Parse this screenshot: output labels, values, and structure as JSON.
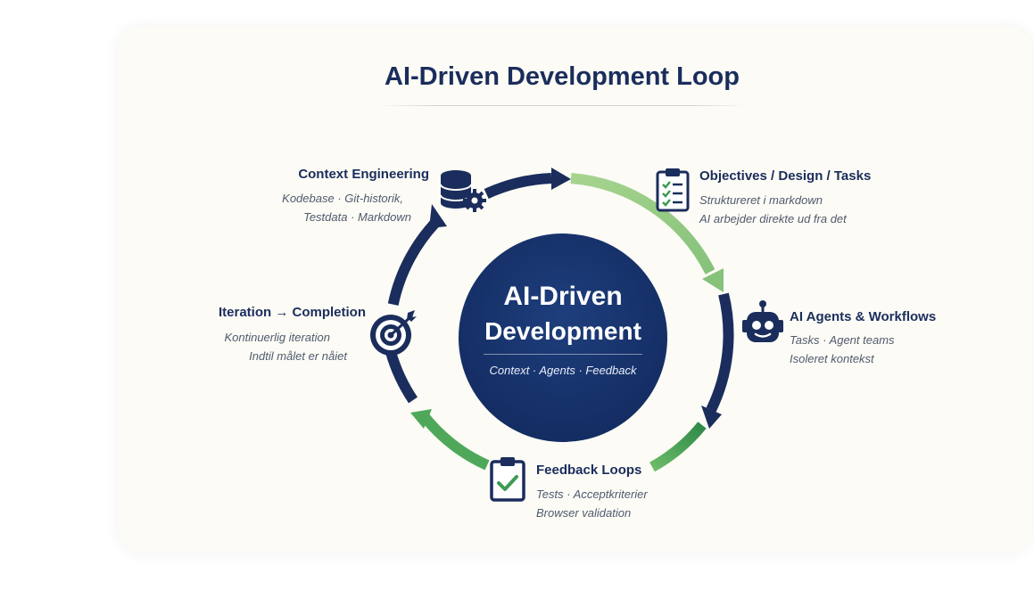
{
  "title": "AI-Driven Development Loop",
  "center": {
    "line1": "AI-Driven",
    "line2": "Development",
    "tagline": "Context · Agents · Feedback"
  },
  "nodes": [
    {
      "icon": "database-gear-icon",
      "title": "Context Engineering",
      "lines": [
        "Kodebase · Git-historik,",
        "Testdata · Markdown"
      ]
    },
    {
      "icon": "clipboard-checklist-icon",
      "title": "Objectives / Design / Tasks",
      "lines": [
        "Struktureret i markdown",
        "AI arbejder direkte ud fra det"
      ]
    },
    {
      "icon": "robot-icon",
      "title": "AI Agents & Workflows",
      "lines": [
        "Tasks · Agent teams",
        "Isoleret kontekst"
      ]
    },
    {
      "icon": "clipboard-check-icon",
      "title": "Feedback Loops",
      "lines": [
        "Tests · Acceptkriterier",
        "Browser validation"
      ]
    },
    {
      "icon": "target-icon",
      "title": "Iteration → Completion",
      "lines": [
        "Kontinuerlig iteration",
        "Indtil målet er nåiet"
      ]
    }
  ],
  "colors": {
    "navy": "#1a2d5c",
    "green_light": "#9fd08a",
    "green_dark": "#3f9a52",
    "text_muted": "#4f5a6e",
    "card": "#fcfbf5"
  }
}
